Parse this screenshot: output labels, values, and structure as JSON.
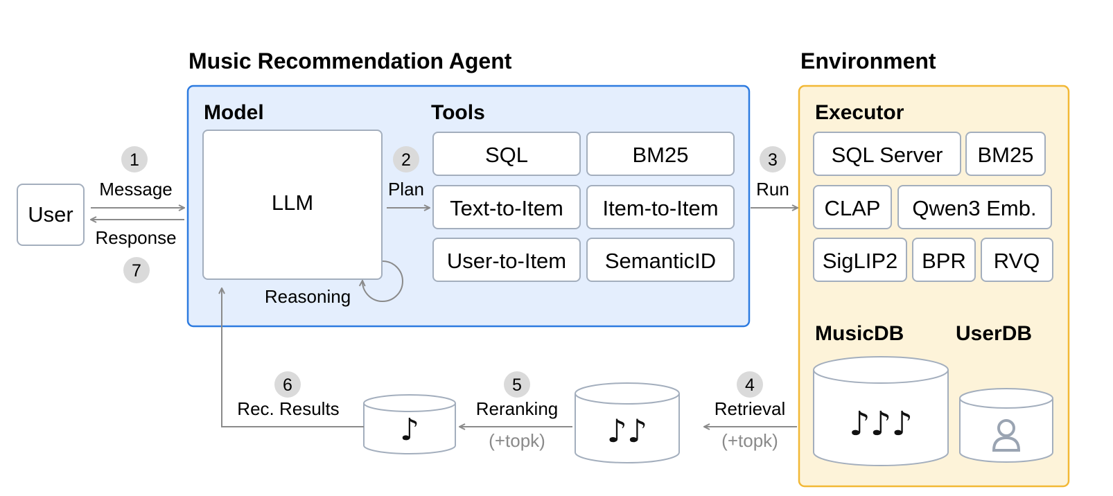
{
  "titles": {
    "agent": "Music Recommendation Agent",
    "environment": "Environment"
  },
  "agent": {
    "model_label": "Model",
    "tools_label": "Tools",
    "llm": "LLM",
    "reasoning": "Reasoning",
    "tools": [
      "SQL",
      "BM25",
      "Text-to-Item",
      "Item-to-Item",
      "User-to-Item",
      "SemanticID"
    ]
  },
  "environment": {
    "executor_label": "Executor",
    "executors": [
      "SQL Server",
      "BM25",
      "CLAP",
      "Qwen3 Emb.",
      "SigLIP2",
      "BPR",
      "RVQ"
    ],
    "music_db": "MusicDB",
    "user_db": "UserDB"
  },
  "user": "User",
  "steps": [
    {
      "num": "1",
      "label": "Message"
    },
    {
      "num": "2",
      "label": "Plan"
    },
    {
      "num": "3",
      "label": "Run"
    },
    {
      "num": "4",
      "label": "Retrieval",
      "sub": "(+topk)"
    },
    {
      "num": "5",
      "label": "Reranking",
      "sub": "(+topk)"
    },
    {
      "num": "6",
      "label": "Rec. Results"
    },
    {
      "num": "7",
      "label": "Response"
    }
  ],
  "icons": {
    "music_db": "triple-music-notes-icon",
    "retrieved": "double-music-notes-icon",
    "reranked": "single-music-note-icon",
    "user_db": "user-icon"
  },
  "colors": {
    "agent_fill": "#e4eefd",
    "agent_border": "#2d7be0",
    "env_fill": "#fdf3d9",
    "env_border": "#f2b836",
    "box_border": "#a3aebd",
    "arrow": "#8a8a8a",
    "badge": "#dadada"
  }
}
